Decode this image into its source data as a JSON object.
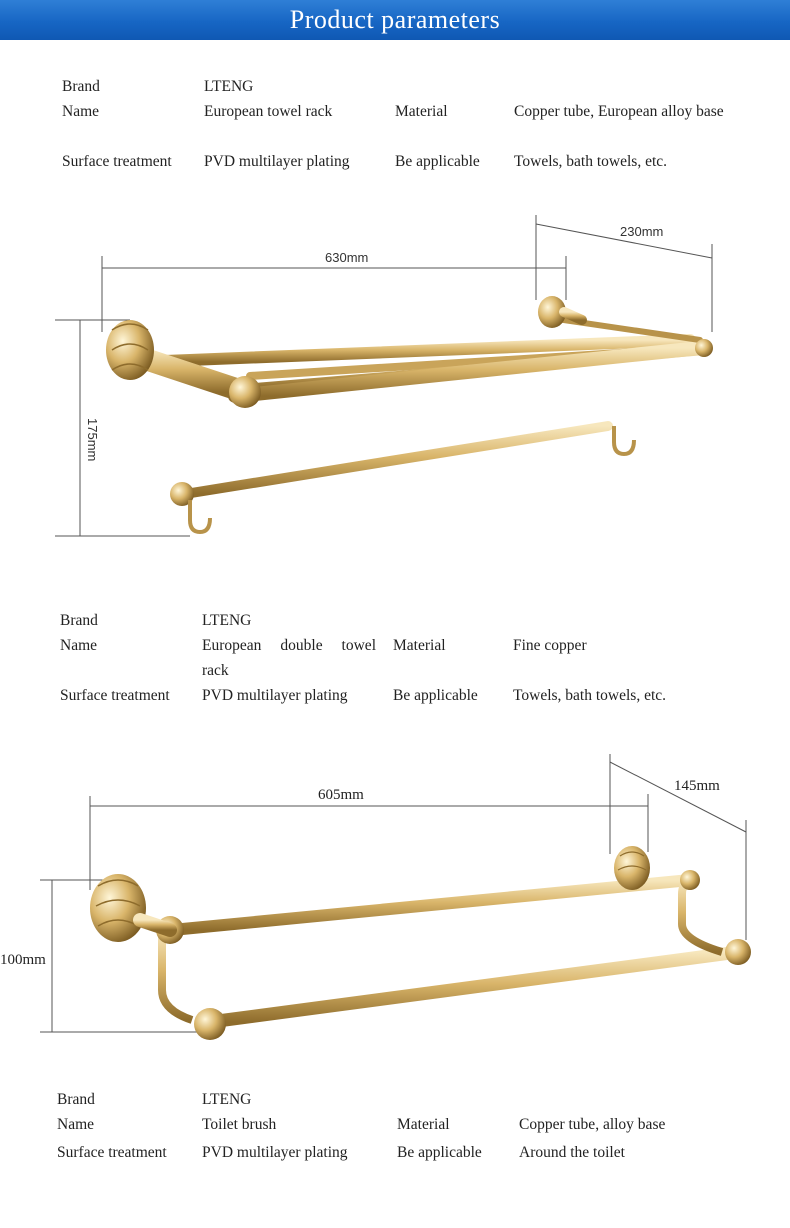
{
  "header": {
    "title": "Product parameters"
  },
  "products": [
    {
      "brand_label": "Brand",
      "brand": "LTENG",
      "name_label": "Name",
      "name": "European towel rack",
      "material_label": "Material",
      "material": "Copper tube, European alloy base",
      "surface_label": "Surface treatment",
      "surface": "PVD multilayer plating",
      "applicable_label": "Be applicable",
      "applicable": "Towels, bath towels, etc."
    },
    {
      "brand_label": "Brand",
      "brand": "LTENG",
      "name_label": "Name",
      "name": "European double towel rack",
      "material_label": "Material",
      "material": "Fine copper",
      "surface_label": "Surface treatment",
      "surface": "PVD multilayer plating",
      "applicable_label": "Be applicable",
      "applicable": "Towels, bath towels, etc."
    },
    {
      "brand_label": "Brand",
      "brand": "LTENG",
      "name_label": "Name",
      "name": "Toilet brush",
      "material_label": "Material",
      "material": "Copper tube, alloy base",
      "surface_label": "Surface treatment",
      "surface": "PVD multilayer plating",
      "applicable_label": "Be applicable",
      "applicable": "Around the toilet"
    }
  ],
  "figures": [
    {
      "length": "630mm",
      "depth": "230mm",
      "height": "175mm"
    },
    {
      "length": "605mm",
      "depth": "145mm",
      "height": "100mm"
    }
  ],
  "colors": {
    "banner": "#1766c4",
    "gold": "#d9b56a",
    "gold_dark": "#9c7a36"
  }
}
